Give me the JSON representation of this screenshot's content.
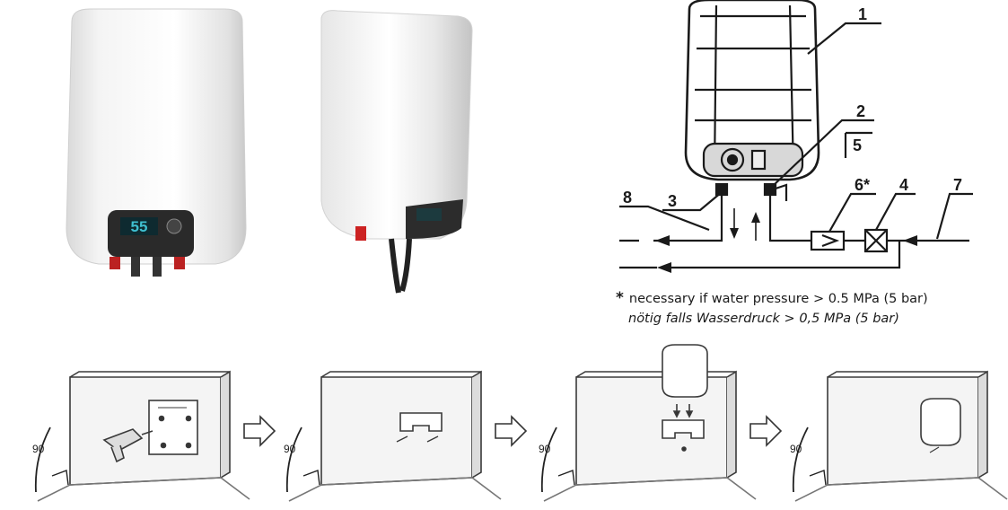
{
  "products": {
    "front_display": "55",
    "front_display_color": "#3fbfd0"
  },
  "schematic": {
    "labels": [
      "1",
      "2",
      "5",
      "3",
      "6*",
      "4",
      "7",
      "8"
    ]
  },
  "notes": {
    "star": "*",
    "en": "necessary if water pressure > 0.5 MPa (5 bar)",
    "de": "nötig falls Wasserdruck > 0,5 MPa (5 bar)"
  },
  "install_steps": {
    "angle_label": "90",
    "steps": [
      "drill-holes",
      "mount-bracket",
      "hang-heater",
      "installed"
    ]
  }
}
